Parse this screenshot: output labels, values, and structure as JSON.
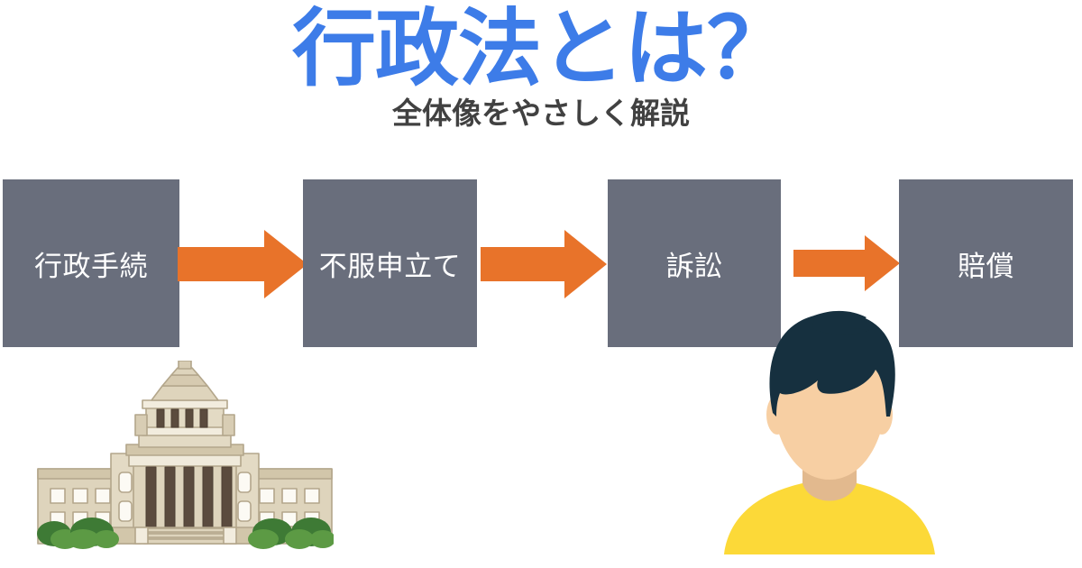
{
  "header": {
    "title": "行政法とは？",
    "subtitle": "全体像をやさしく解説",
    "title_color": "#3D7CE8",
    "subtitle_color": "#414141"
  },
  "flow": {
    "box_color": "#696E7C",
    "box_text_color": "#FFFFFF",
    "arrow_color": "#E8732A",
    "steps": [
      {
        "label": "行政手続"
      },
      {
        "label": "不服申立て"
      },
      {
        "label": "訴訟"
      },
      {
        "label": "賠償"
      }
    ],
    "arrows": [
      {
        "name": "arrow-step1-to-step2"
      },
      {
        "name": "arrow-step2-to-step3"
      },
      {
        "name": "arrow-step3-to-step4"
      }
    ]
  },
  "illustrations": {
    "building": {
      "name": "national-diet-building",
      "wall_color": "#DED4BC",
      "wall_shade": "#CFC3A8",
      "trim_color": "#F0EADB",
      "pillar_color": "#5B4B3E",
      "outline_color": "#B3A68B",
      "bush_dark": "#3E7A35",
      "bush_light": "#5C9A44"
    },
    "person": {
      "name": "male-avatar",
      "hair_color": "#16303F",
      "skin_color": "#F7CFA3",
      "neck_shadow_color": "#E2B98E",
      "shirt_color": "#FCD938"
    }
  },
  "background_color": "#FFFFFF"
}
